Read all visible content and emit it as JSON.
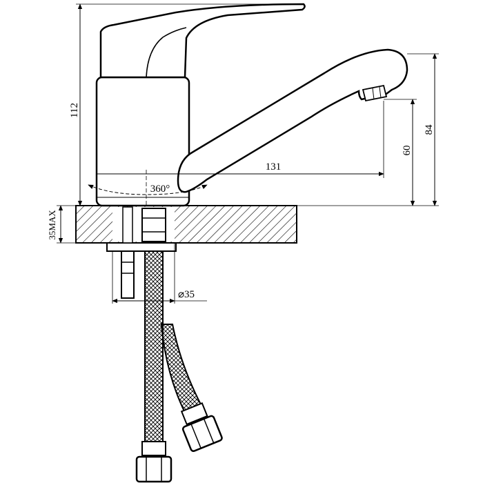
{
  "drawing": {
    "dimensions": {
      "total_height": "112",
      "spout_reach": "131",
      "spout_height_to_outlet": "60",
      "spout_top_height": "84",
      "rotation": "360°",
      "max_countertop_thickness": "35MAX",
      "mounting_hole_diameter": "⌀35"
    }
  }
}
